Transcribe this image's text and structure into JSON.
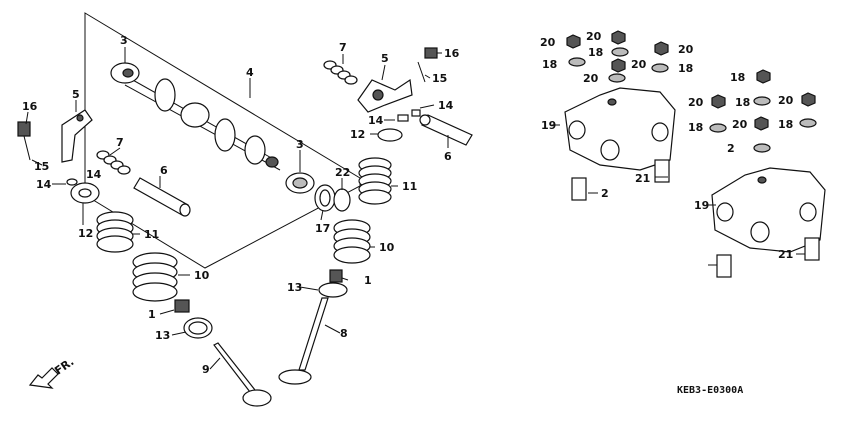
{
  "diagram": {
    "code": "KEB3-E0300A",
    "front_label": "FR.",
    "labels": [
      "3",
      "4",
      "5",
      "16",
      "15",
      "7",
      "6",
      "14",
      "14",
      "12",
      "11",
      "10",
      "1",
      "13",
      "9",
      "3",
      "22",
      "17",
      "11",
      "10",
      "1",
      "13",
      "8",
      "7",
      "5",
      "16",
      "15",
      "14",
      "14",
      "12",
      "6",
      "20",
      "20",
      "18",
      "20",
      "18",
      "20",
      "18",
      "20",
      "18",
      "20",
      "18",
      "20",
      "18",
      "20",
      "18",
      "2",
      "19",
      "21",
      "2",
      "19",
      "21"
    ]
  }
}
